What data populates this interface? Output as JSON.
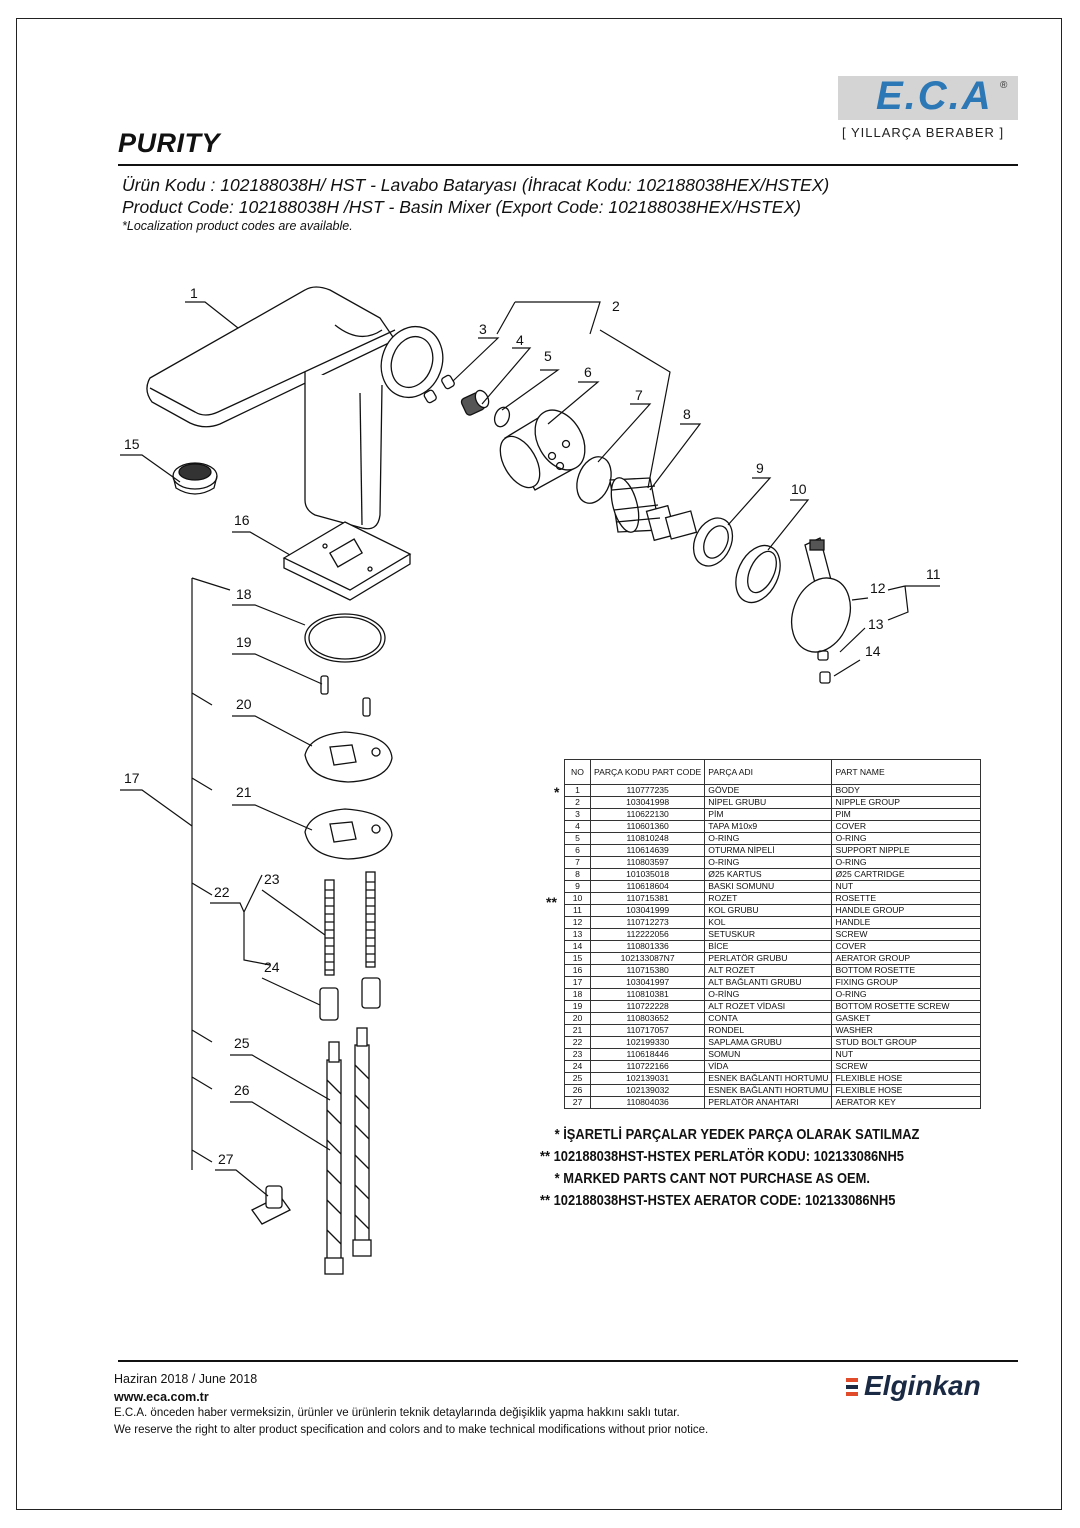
{
  "header": {
    "logo": "E.C.A",
    "slogan": "[ YILLARÇA BERABER ]",
    "brand": "PURITY",
    "product_code_tr": "Ürün Kodu : 102188038H/ HST - Lavabo Bataryası (İhracat Kodu: 102188038HEX/HSTEX)",
    "product_code_en": "Product Code: 102188038H /HST - Basin Mixer (Export Code: 102188038HEX/HSTEX)",
    "localization_note": "*Localization product codes are available."
  },
  "colors": {
    "eca_blue": "#2c78b7",
    "logo_bg": "#d4d4d4",
    "elginkan_blue": "#1b2a44"
  },
  "table": {
    "headers": {
      "no": "NO",
      "code": "PARÇA KODU PART CODE",
      "name_tr": "PARÇA ADI",
      "name_en": "PART NAME"
    },
    "rows": [
      {
        "no": "1",
        "code": "110777235",
        "tr": "GÖVDE",
        "en": "BODY",
        "mark": "*"
      },
      {
        "no": "2",
        "code": "103041998",
        "tr": "NİPEL GRUBU",
        "en": "NIPPLE GROUP"
      },
      {
        "no": "3",
        "code": "110622130",
        "tr": "PİM",
        "en": "PIM"
      },
      {
        "no": "4",
        "code": "110601360",
        "tr": "TAPA M10x9",
        "en": "COVER"
      },
      {
        "no": "5",
        "code": "110810248",
        "tr": "O-RING",
        "en": "O-RING"
      },
      {
        "no": "6",
        "code": "110614639",
        "tr": "OTURMA NİPELİ",
        "en": "SUPPORT NIPPLE"
      },
      {
        "no": "7",
        "code": "110803597",
        "tr": "O-RING",
        "en": "O-RING"
      },
      {
        "no": "8",
        "code": "101035018",
        "tr": "Ø25 KARTUS",
        "en": "Ø25 CARTRIDGE"
      },
      {
        "no": "9",
        "code": "110618604",
        "tr": "BASKI SOMUNU",
        "en": "NUT"
      },
      {
        "no": "10",
        "code": "110715381",
        "tr": "ROZET",
        "en": "ROSETTE",
        "mark": "**"
      },
      {
        "no": "11",
        "code": "103041999",
        "tr": "KOL GRUBU",
        "en": "HANDLE GROUP"
      },
      {
        "no": "12",
        "code": "110712273",
        "tr": "KOL",
        "en": "HANDLE"
      },
      {
        "no": "13",
        "code": "112222056",
        "tr": "SETUSKUR",
        "en": "SCREW"
      },
      {
        "no": "14",
        "code": "110801336",
        "tr": "BİCE",
        "en": "COVER"
      },
      {
        "no": "15",
        "code": "102133087N7",
        "tr": "PERLATÖR GRUBU",
        "en": "AERATOR GROUP"
      },
      {
        "no": "16",
        "code": "110715380",
        "tr": "ALT ROZET",
        "en": "BOTTOM ROSETTE"
      },
      {
        "no": "17",
        "code": "103041997",
        "tr": "ALT BAĞLANTI GRUBU",
        "en": "FIXING GROUP"
      },
      {
        "no": "18",
        "code": "110810381",
        "tr": "O-RİNG",
        "en": "O-RING"
      },
      {
        "no": "19",
        "code": "110722228",
        "tr": "ALT ROZET VİDASI",
        "en": "BOTTOM ROSETTE SCREW"
      },
      {
        "no": "20",
        "code": "110803652",
        "tr": "CONTA",
        "en": "GASKET"
      },
      {
        "no": "21",
        "code": "110717057",
        "tr": "RONDEL",
        "en": "WASHER"
      },
      {
        "no": "22",
        "code": "102199330",
        "tr": "SAPLAMA GRUBU",
        "en": "STUD BOLT GROUP"
      },
      {
        "no": "23",
        "code": "110618446",
        "tr": "SOMUN",
        "en": "NUT"
      },
      {
        "no": "24",
        "code": "110722166",
        "tr": "VİDA",
        "en": "SCREW"
      },
      {
        "no": "25",
        "code": "102139031",
        "tr": "ESNEK BAĞLANTI HORTUMU",
        "en": "FLEXIBLE HOSE"
      },
      {
        "no": "26",
        "code": "102139032",
        "tr": "ESNEK BAĞLANTI HORTUMU",
        "en": "FLEXIBLE HOSE"
      },
      {
        "no": "27",
        "code": "110804036",
        "tr": "PERLATÖR ANAHTARI",
        "en": "AERATOR KEY"
      }
    ]
  },
  "notes": [
    "* İŞARETLİ PARÇALAR YEDEK PARÇA OLARAK SATILMAZ",
    "** 102188038HST-HSTEX PERLATÖR KODU: 102133086NH5",
    "* MARKED PARTS CANT NOT PURCHASE AS OEM.",
    "** 102188038HST-HSTEX AERATOR CODE: 102133086NH5"
  ],
  "callouts": [
    "1",
    "2",
    "3",
    "4",
    "5",
    "6",
    "7",
    "8",
    "9",
    "10",
    "11",
    "12",
    "13",
    "14",
    "15",
    "16",
    "17",
    "18",
    "19",
    "20",
    "21",
    "22",
    "23",
    "24",
    "25",
    "26",
    "27"
  ],
  "footer": {
    "date": "Haziran 2018 / June 2018",
    "url": "www.eca.com.tr",
    "disclaimer_tr": "E.C.A. önceden haber vermeksizin, ürünler ve ürünlerin teknik detaylarında değişiklik yapma hakkını saklı tutar.",
    "disclaimer_en": "We reserve the right to alter product specification and colors and to make technical modifications without prior notice.",
    "dealer": "Elginkan"
  }
}
